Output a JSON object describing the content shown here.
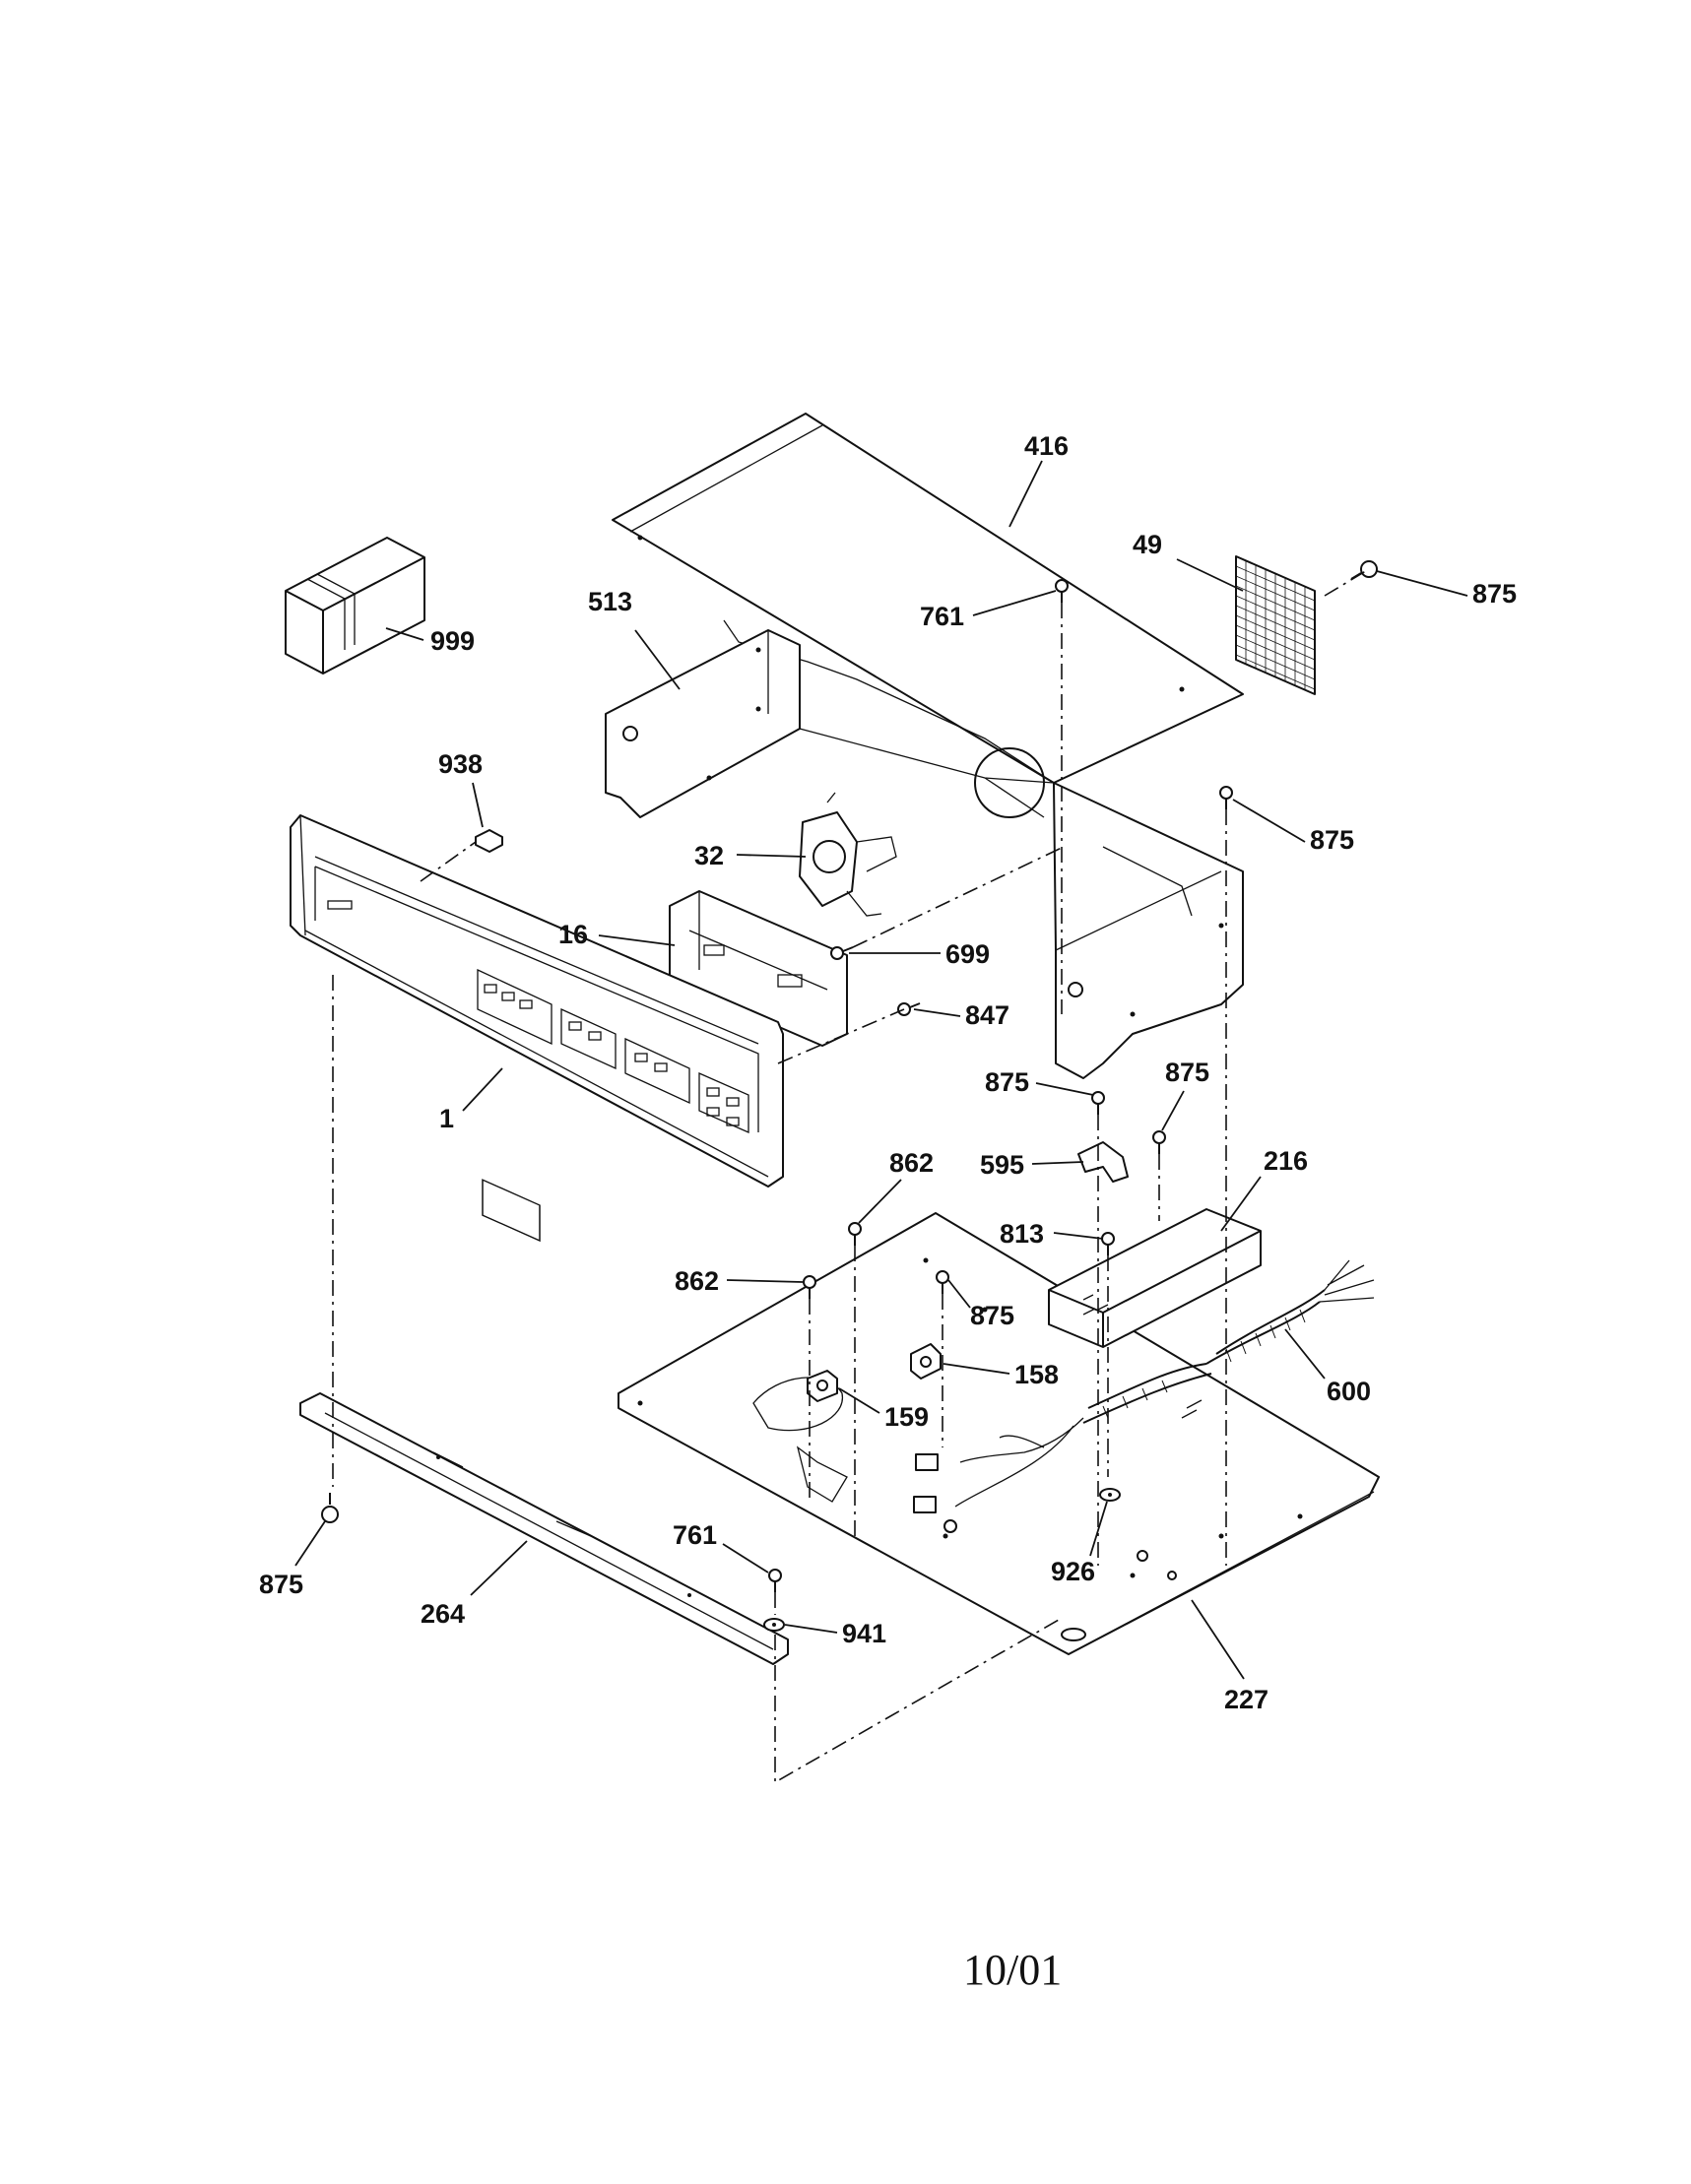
{
  "labels": {
    "l416": "416",
    "l49": "49",
    "l875_top": "875",
    "l513": "513",
    "l761_top": "761",
    "l999": "999",
    "l938": "938",
    "l875_right": "875",
    "l32": "32",
    "l16": "16",
    "l699": "699",
    "l847": "847",
    "l1": "1",
    "l875_mid": "875",
    "l875_mid2": "875",
    "l862_a": "862",
    "l595": "595",
    "l216": "216",
    "l813": "813",
    "l862_b": "862",
    "l875_plate": "875",
    "l158": "158",
    "l600": "600",
    "l159": "159",
    "l761_bot": "761",
    "l926": "926",
    "l875_bot": "875",
    "l264": "264",
    "l941": "941",
    "l227": "227"
  },
  "footer": {
    "date": "10/01"
  }
}
